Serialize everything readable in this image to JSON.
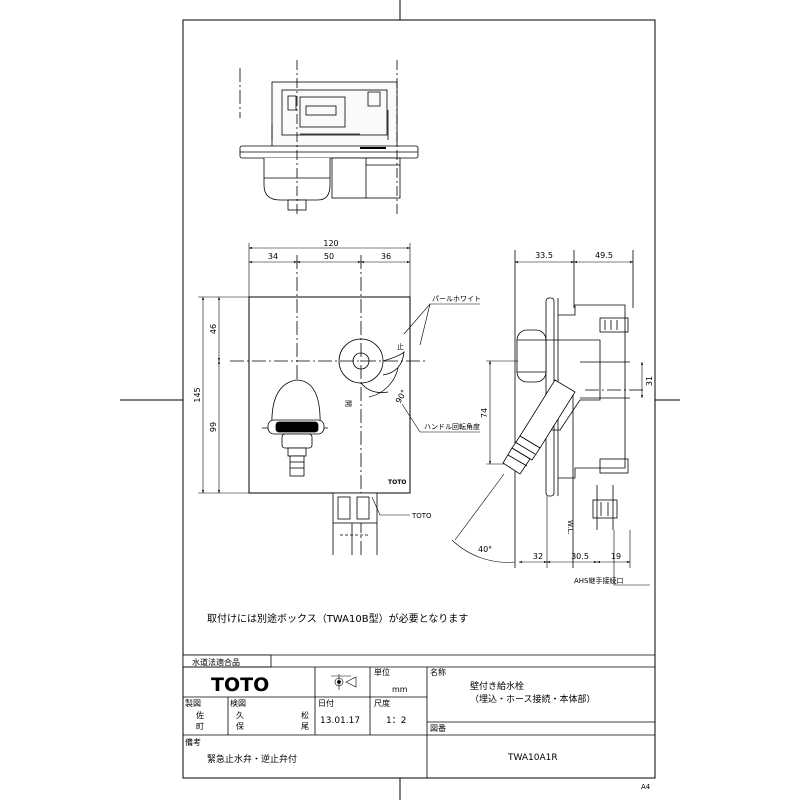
{
  "dimensions": {
    "width_total": "120",
    "width_left": "34",
    "width_mid": "50",
    "width_right": "36",
    "height_total": "145",
    "height_top": "46",
    "height_bottom": "99",
    "side_top_left": "33.5",
    "side_top_right": "49.5",
    "side_31": "31",
    "side_74": "74",
    "side_bottom_32": "32",
    "side_bottom_30_5": "30.5",
    "side_bottom_19": "19",
    "angle_90": "90°",
    "angle_40": "40°",
    "wl": "W.L."
  },
  "labels": {
    "pearl_white": "パールホワイト",
    "handle_angle": "ハンドル回転角度",
    "toto_label": "TOTO",
    "stop": "止",
    "open": "開",
    "ahs": "AHS継手接続口",
    "faceplate_brand": "TOTO"
  },
  "note": "取付けには別途ボックス（TWA10B型）が必要となります",
  "title_block": {
    "compliance": "水道法適合品",
    "logo": "TOTO",
    "unit_label": "単位",
    "unit_value": "mm",
    "name_label": "名称",
    "name_line1": "壁付き給水栓",
    "name_line2": "（埋込・ホース接続・本体部）",
    "drawn_label": "製図",
    "check_label": "検図",
    "date_label": "日付",
    "scale_label": "尺度",
    "drawn_name1": "佐",
    "drawn_name2": "町",
    "check_name": "久",
    "check_name2": "保",
    "approve_name": "松",
    "approve_name2": "尾",
    "date_value": "13.01.17",
    "scale_value": "1：2",
    "drawing_no_label": "図番",
    "drawing_no": "TWA10A1R",
    "remarks_label": "備考",
    "remarks": "緊急止水弁・逆止弁付"
  },
  "paper_size": "A4"
}
